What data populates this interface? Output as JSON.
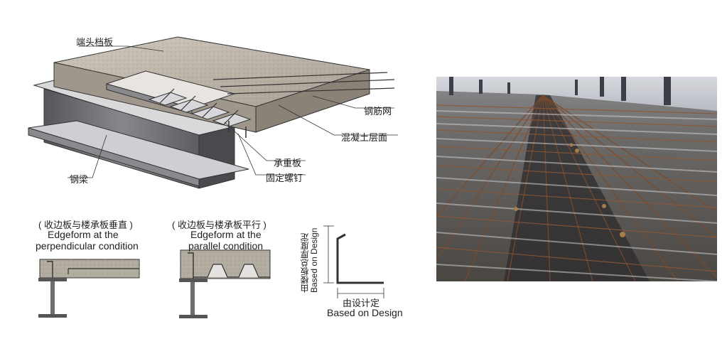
{
  "callouts": {
    "end_plate": "端头档板",
    "rebar_mesh": "钢筋网",
    "concrete_surface": "混凝土层面",
    "deck_plate": "承重板",
    "fixing_stud": "固定螺钉",
    "steel_beam": "钢梁"
  },
  "details": {
    "perpendicular": {
      "cn": "( 收边板与楼承板垂直 )",
      "en1": "Edgeform at the",
      "en2": "perpendicular condition"
    },
    "parallel": {
      "cn": "( 收边板与楼承板平行 )",
      "en1": "Edgeform at the",
      "en2": "parallel condition"
    },
    "angle": {
      "vertical_cn": "由楼板总厚度定",
      "vertical_en": "Based on Design",
      "horizontal_cn": "由设计定",
      "horizontal_en": "Based on Design"
    }
  },
  "colors": {
    "concrete": "#bdb6aa",
    "concrete_dark": "#8f877b",
    "beam": "#6e6e72",
    "photo_sky": "#c9ccd2",
    "rebar": "#7a4a2c"
  }
}
